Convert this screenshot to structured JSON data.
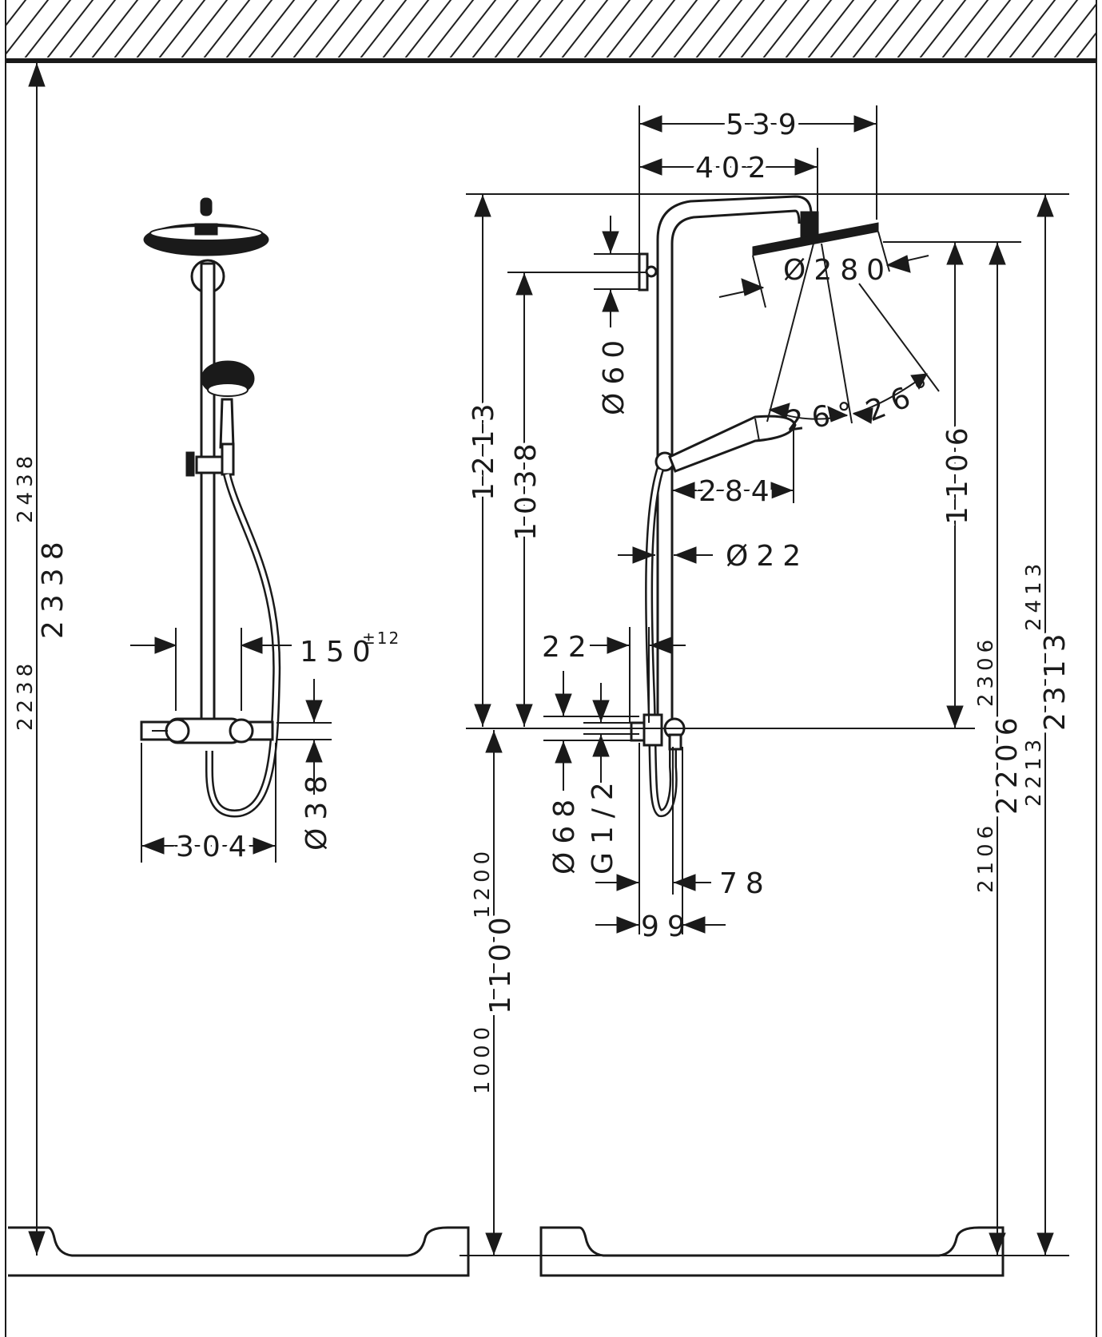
{
  "dims": {
    "total_2438": "2438",
    "total_2338": "2338",
    "total_2238": "2238",
    "spacing_150": "150",
    "spacing_tol": "±12",
    "width_304": "304",
    "dia_38": "Ø38",
    "reach_539": "539",
    "reach_402": "402",
    "dia_280": "Ø280",
    "dia_60": "Ø60",
    "angle_a": "26°",
    "angle_b": "26°",
    "height_1213": "1213",
    "height_1038": "1038",
    "height_1106": "1106",
    "len_284": "284",
    "dia_22": "Ø22",
    "off_22": "22",
    "dia_68": "Ø68",
    "thread_g12": "G1/2",
    "off_78": "78",
    "off_99": "99",
    "mount_1200": "1200",
    "mount_1100": "1100",
    "mount_1000": "1000",
    "h_2306": "2306",
    "h_2206": "2206",
    "h_2106": "2106",
    "h_2413": "2413",
    "h_2313": "2313",
    "h_2213": "2213"
  }
}
